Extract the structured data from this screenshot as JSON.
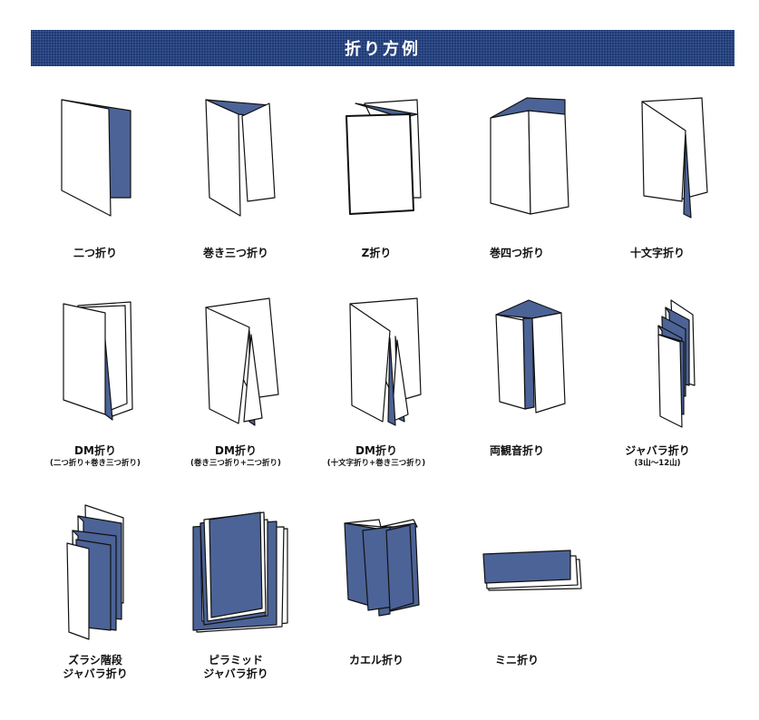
{
  "title": "折り方例",
  "colors": {
    "banner": "#1d3a78",
    "accent": "#4c6397"
  },
  "items": [
    {
      "id": "nitsu-ori",
      "label": "二つ折り",
      "sub": ""
    },
    {
      "id": "maki-mitsu-ori",
      "label": "巻き三つ折り",
      "sub": ""
    },
    {
      "id": "z-ori",
      "label": "Z折り",
      "sub": ""
    },
    {
      "id": "maki-yotsu-ori",
      "label": "巻四つ折り",
      "sub": ""
    },
    {
      "id": "jumonji-ori",
      "label": "十文字折り",
      "sub": ""
    },
    {
      "id": "dm-ori-1",
      "label": "DM折り",
      "sub": "(二つ折り+巻き三つ折り)"
    },
    {
      "id": "dm-ori-2",
      "label": "DM折り",
      "sub": "(巻き三つ折り+二つ折り)"
    },
    {
      "id": "dm-ori-3",
      "label": "DM折り",
      "sub": "(十文字折り+巻き三つ折り)"
    },
    {
      "id": "ryokannon-ori",
      "label": "両観音折り",
      "sub": ""
    },
    {
      "id": "jabara-ori",
      "label": "ジャバラ折り",
      "sub": "(3山〜12山)"
    },
    {
      "id": "zurashi-jabara",
      "label": "ズラシ階段",
      "label2": "ジャバラ折り"
    },
    {
      "id": "pyramid-jabara",
      "label": "ピラミッド",
      "label2": "ジャバラ折り"
    },
    {
      "id": "kaeru-ori",
      "label": "カエル折り",
      "sub": ""
    },
    {
      "id": "mini-ori",
      "label": "ミニ折り",
      "sub": ""
    }
  ]
}
